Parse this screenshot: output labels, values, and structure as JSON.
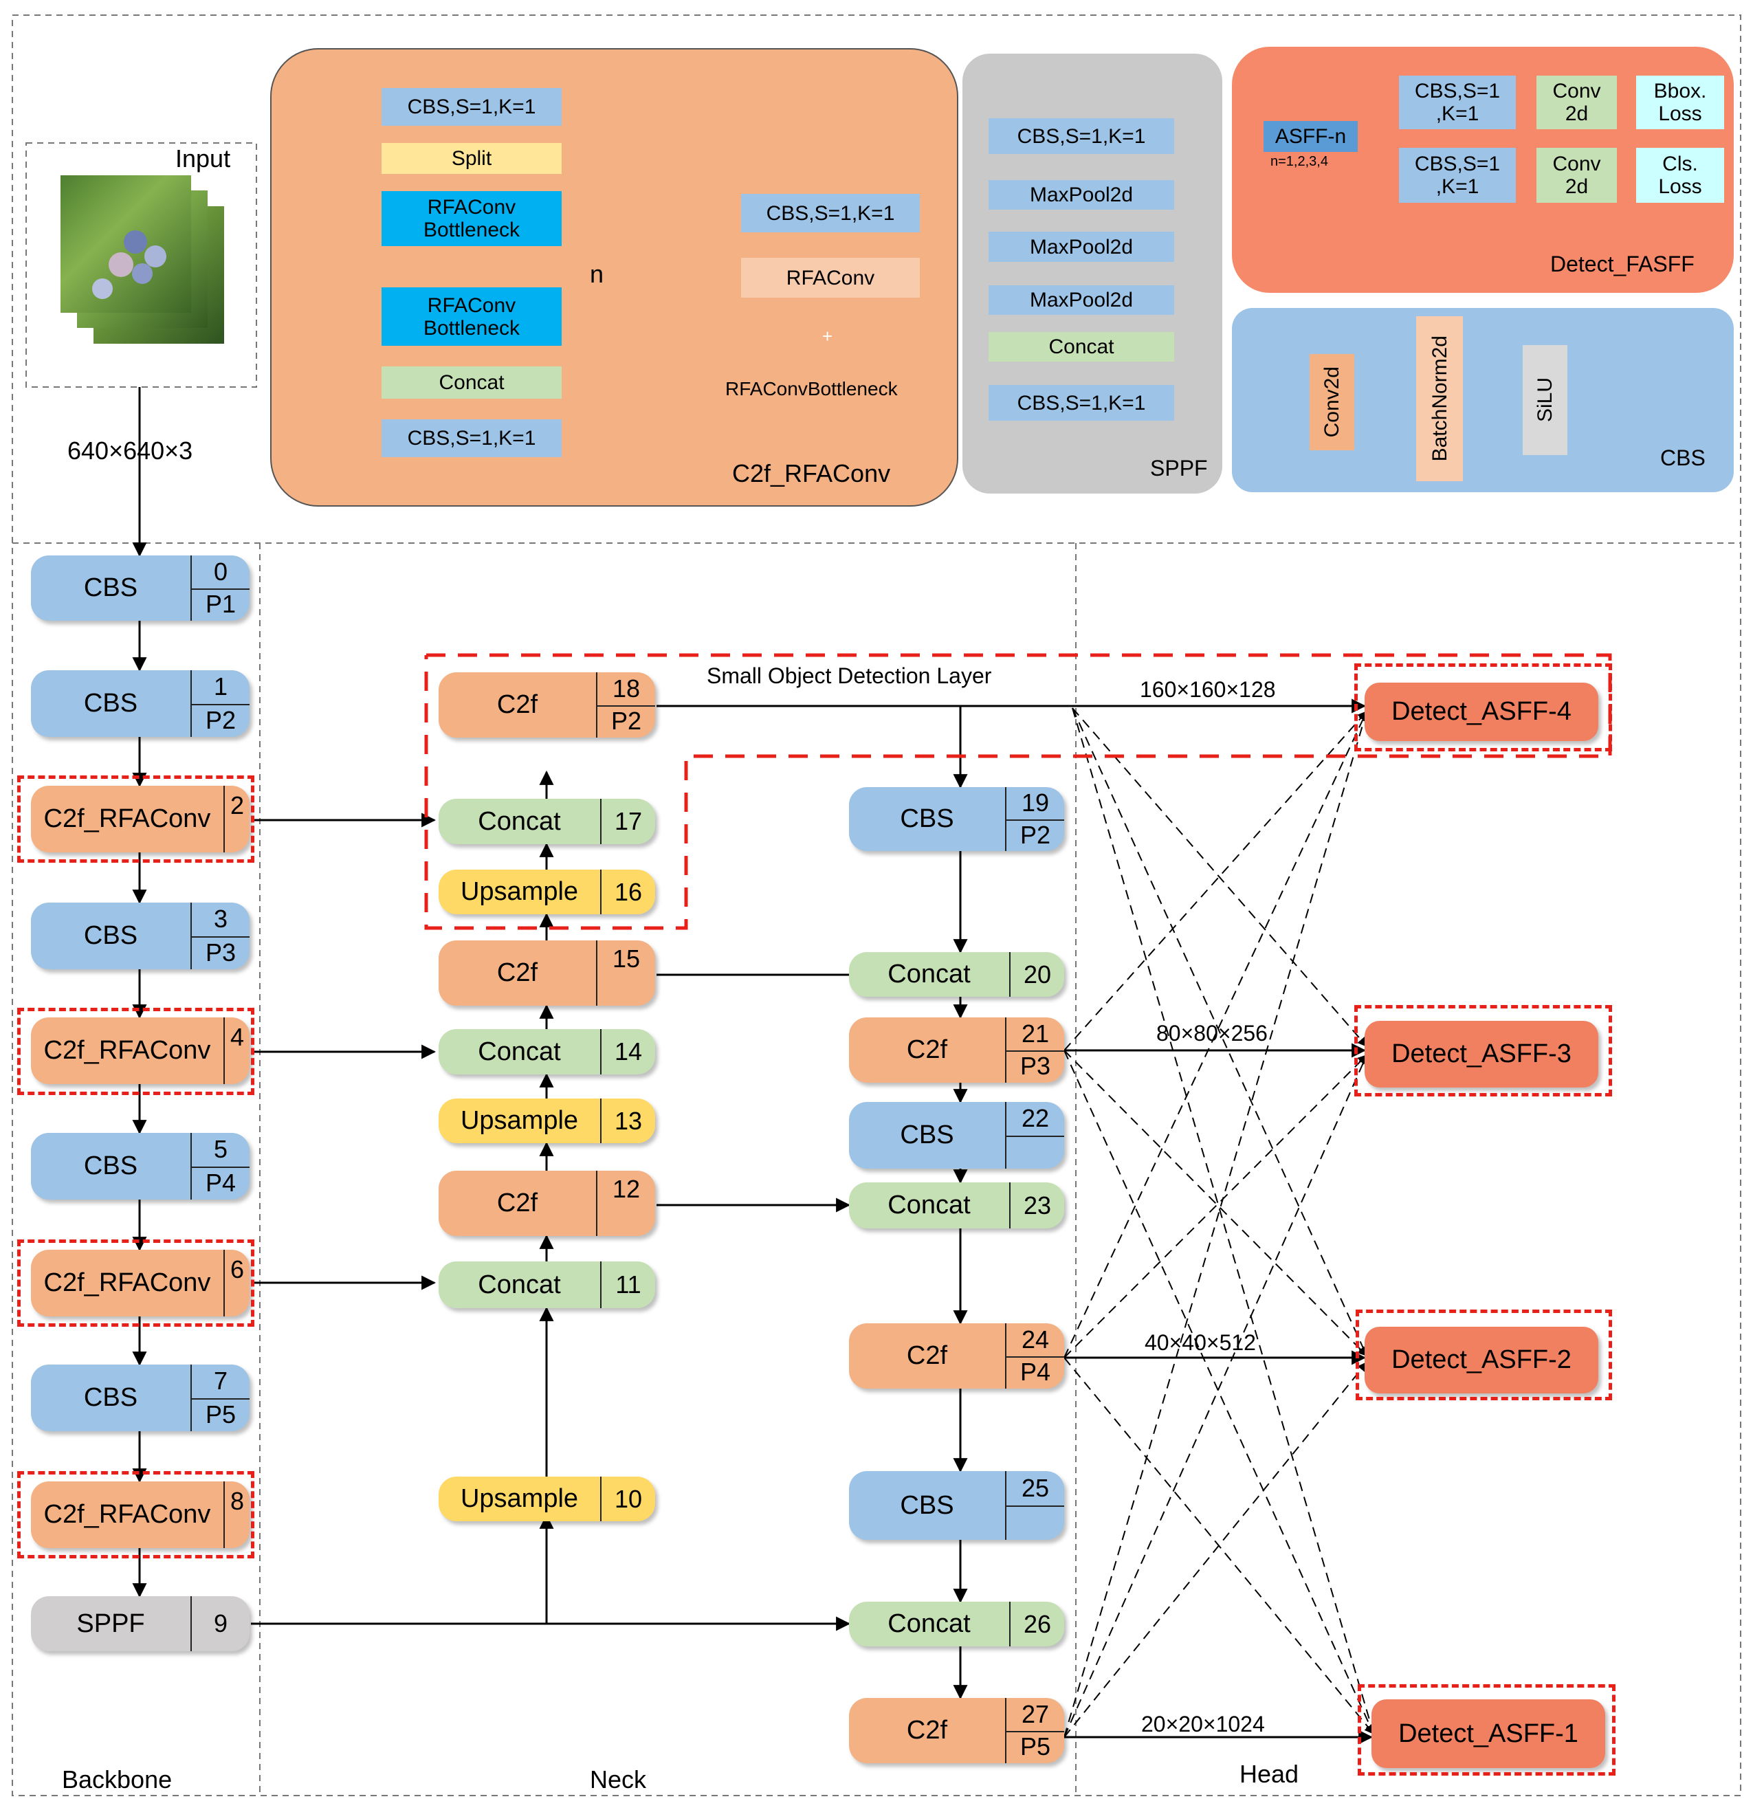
{
  "sections": {
    "backbone": "Backbone",
    "neck": "Neck",
    "head": "Head"
  },
  "input": {
    "label": "Input",
    "size": "640×640×3"
  },
  "panels": {
    "c2f_rfaconv": {
      "title": "C2f_RFAConv",
      "top_cbs": "CBS,S=1,K=1",
      "split": "Split",
      "bottleneck_1": "RFAConv Bottleneck",
      "bottleneck_2": "RFAConv Bottleneck",
      "n_label": "n",
      "concat": "Concat",
      "bottom_cbs": "CBS,S=1,K=1",
      "inset_title": "RFAConvBottleneck",
      "inset_cbs": "CBS,S=1,K=1",
      "inset_rfaconv": "RFAConv",
      "plus": "+"
    },
    "sppf": {
      "title": "SPPF",
      "cbs_top": "CBS,S=1,K=1",
      "maxpool": [
        "MaxPool2d",
        "MaxPool2d",
        "MaxPool2d"
      ],
      "concat": "Concat",
      "cbs_bottom": "CBS,S=1,K=1"
    },
    "detect": {
      "title": "Detect_FASFF",
      "asff": "ASFF-n",
      "asff_note": "n=1,2,3,4",
      "cbs_1": "CBS,S=1 ,K=1",
      "cbs_2": "CBS,S=1 ,K=1",
      "conv_1": "Conv 2d",
      "conv_2": "Conv 2d",
      "bbox_loss": "Bbox. Loss",
      "cls_loss": "Cls. Loss"
    },
    "cbs": {
      "title": "CBS",
      "conv": "Conv2d",
      "bn": "BatchNorm2d",
      "act": "SiLU"
    }
  },
  "backbone": [
    {
      "name": "CBS",
      "idx": "0",
      "p": "P1"
    },
    {
      "name": "CBS",
      "idx": "1",
      "p": "P2"
    },
    {
      "name": "C2f_RFAConv",
      "idx": "2",
      "p": ""
    },
    {
      "name": "CBS",
      "idx": "3",
      "p": "P3"
    },
    {
      "name": "C2f_RFAConv",
      "idx": "4",
      "p": ""
    },
    {
      "name": "CBS",
      "idx": "5",
      "p": "P4"
    },
    {
      "name": "C2f_RFAConv",
      "idx": "6",
      "p": ""
    },
    {
      "name": "CBS",
      "idx": "7",
      "p": "P5"
    },
    {
      "name": "C2f_RFAConv",
      "idx": "8",
      "p": ""
    },
    {
      "name": "SPPF",
      "idx": "9",
      "p": ""
    }
  ],
  "neck_left": [
    {
      "name": "Upsample",
      "idx": "10",
      "p": ""
    },
    {
      "name": "Concat",
      "idx": "11",
      "p": ""
    },
    {
      "name": "C2f",
      "idx": "12",
      "p": ""
    },
    {
      "name": "Upsample",
      "idx": "13",
      "p": ""
    },
    {
      "name": "Concat",
      "idx": "14",
      "p": ""
    },
    {
      "name": "C2f",
      "idx": "15",
      "p": ""
    },
    {
      "name": "Upsample",
      "idx": "16",
      "p": ""
    },
    {
      "name": "Concat",
      "idx": "17",
      "p": ""
    },
    {
      "name": "C2f",
      "idx": "18",
      "p": "P2"
    }
  ],
  "neck_right": [
    {
      "name": "CBS",
      "idx": "19",
      "p": "P2"
    },
    {
      "name": "Concat",
      "idx": "20",
      "p": ""
    },
    {
      "name": "C2f",
      "idx": "21",
      "p": "P3"
    },
    {
      "name": "CBS",
      "idx": "22",
      "p": ""
    },
    {
      "name": "Concat",
      "idx": "23",
      "p": ""
    },
    {
      "name": "C2f",
      "idx": "24",
      "p": "P4"
    },
    {
      "name": "CBS",
      "idx": "25",
      "p": ""
    },
    {
      "name": "Concat",
      "idx": "26",
      "p": ""
    },
    {
      "name": "C2f",
      "idx": "27",
      "p": "P5"
    }
  ],
  "small_object_layer": "Small Object Detection Layer",
  "heads": [
    "Detect_ASFF-4",
    "Detect_ASFF-3",
    "Detect_ASFF-2",
    "Detect_ASFF-1"
  ],
  "feature_sizes": [
    "160×160×128",
    "80×80×256",
    "40×40×512",
    "20×20×1024"
  ]
}
